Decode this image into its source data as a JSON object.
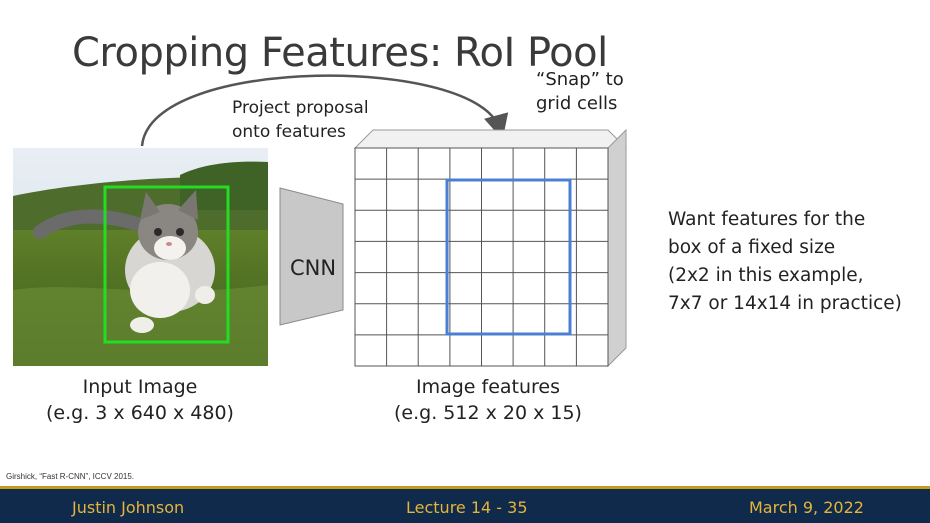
{
  "slide": {
    "title": "Cropping Features: RoI Pool",
    "snap_note": [
      "“Snap” to",
      "grid cells"
    ],
    "project_note": [
      "Project proposal",
      "onto features"
    ],
    "cnn_label": "CNN",
    "want_text": [
      "Want features for the",
      "box of a fixed size",
      "(2x2 in this example,",
      "7x7 or 14x14 in practice)"
    ],
    "input_caption": [
      "Input Image",
      "(e.g. 3 x 640 x 480)"
    ],
    "features_caption": [
      "Image features",
      "(e.g. 512 x 20 x 15)"
    ],
    "citation": "Girshick, “Fast R-CNN”, ICCV 2015."
  },
  "footer": {
    "author": "Justin Johnson",
    "lecture": "Lecture 14 - 35",
    "date": "March 9, 2022"
  },
  "colors": {
    "proposal_box": "#22dd22",
    "snapped_box": "#4a7fd4",
    "footer_bg": "#0f2a4a",
    "footer_text": "#e6b43a"
  }
}
